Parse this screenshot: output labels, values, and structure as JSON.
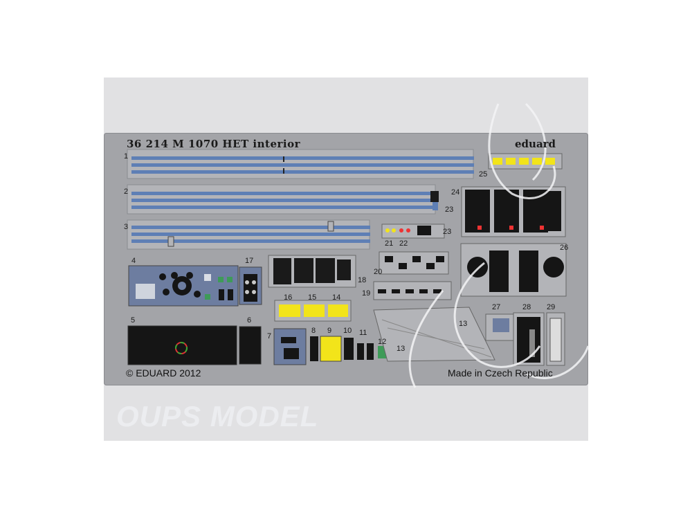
{
  "fret": {
    "title": "36 214 M 1070 HET interior",
    "brand": "eduard",
    "copyright": "© EDUARD 2012",
    "origin": "Made in Czech Republic"
  },
  "watermark": {
    "text": "OUPS MODEL"
  },
  "part_numbers": {
    "p1": "1",
    "p2": "2",
    "p3": "3",
    "p4": "4",
    "p5": "5",
    "p6": "6",
    "p7": "7",
    "p8": "8",
    "p9": "9",
    "p10": "10",
    "p11": "11",
    "p12": "12",
    "p13a": "13",
    "p13b": "13",
    "p14": "14",
    "p15": "15",
    "p16": "16",
    "p17": "17",
    "p18": "18",
    "p19": "19",
    "p20": "20",
    "p21": "21",
    "p22": "22",
    "p23a": "23",
    "p23b": "23",
    "p24": "24",
    "p25": "25",
    "p26": "26",
    "p27": "27",
    "p28": "28",
    "p29": "29"
  },
  "colors": {
    "fret": "#a3a4a8",
    "strip_blue": "#5e7fb5",
    "panel_black": "#151515",
    "placard_yellow": "#f2e41a",
    "logo_watermark": "#f4f4f6"
  }
}
